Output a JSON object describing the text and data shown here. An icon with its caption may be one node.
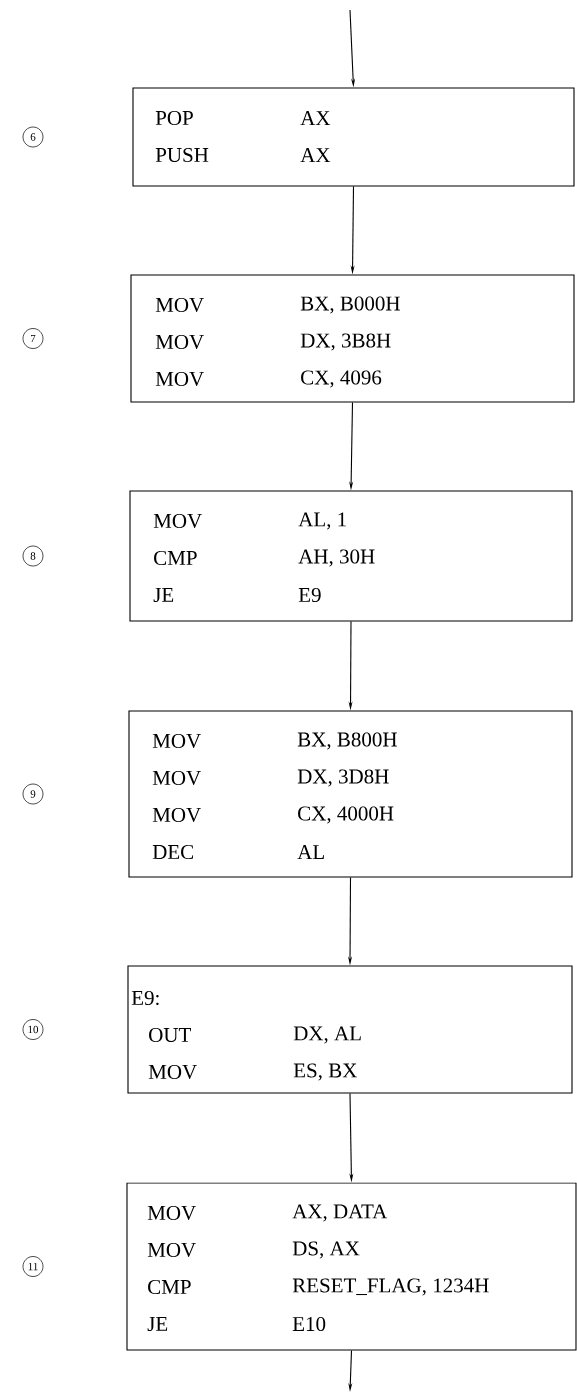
{
  "diagram": {
    "nodes": [
      {
        "text": [
          "POP",
          "AX",
          "PUSH",
          "AX"
        ],
        "beside": [
          "6"
        ]
      },
      {
        "text": [
          "MOV",
          "BX, B000H",
          "MOV",
          "DX, 3B8H",
          "MOV",
          "CX, 4096"
        ],
        "beside": [
          "7"
        ]
      },
      {
        "text": [
          "MOV",
          "AL, 1",
          "CMP",
          "AH, 30H",
          "JE",
          "E9"
        ],
        "beside": [
          "8"
        ]
      },
      {
        "text": [
          "MOV",
          "BX, B800H",
          "MOV",
          "DX, 3D8H",
          "MOV",
          "CX, 4000H",
          "DEC",
          "AL"
        ],
        "beside": [
          "9"
        ]
      },
      {
        "text": [
          "E9:",
          "OUT",
          "DX, AL",
          "MOV",
          "ES, BX"
        ],
        "beside": [
          "10"
        ]
      },
      {
        "text": [
          "MOV",
          "AX, DATA",
          "MOV",
          "DS, AX",
          "CMP",
          "RESET_FLAG, 1234H",
          "JE",
          "E10"
        ],
        "beside": [
          "11"
        ]
      }
    ],
    "edges": [
      {
        "from": null,
        "to": 0,
        "arrow": "to"
      },
      {
        "from": 0,
        "to": 1,
        "arrow": "to"
      },
      {
        "from": 1,
        "to": 2,
        "arrow": "to"
      },
      {
        "from": 2,
        "to": 3,
        "arrow": "to"
      },
      {
        "from": 3,
        "to": 4,
        "arrow": "to"
      },
      {
        "from": 4,
        "to": 5,
        "arrow": "to"
      },
      {
        "from": 5,
        "to": null,
        "arrow": "to"
      }
    ]
  }
}
